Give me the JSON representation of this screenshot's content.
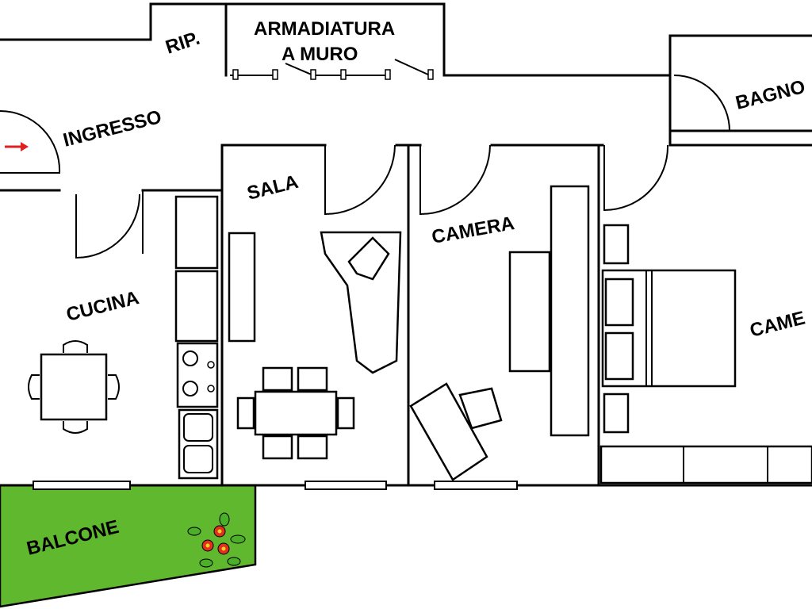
{
  "rooms": {
    "ingresso": "INGRESSO",
    "ripostiglio": "RIP.",
    "armadiatura_line1": "ARMADIATURA",
    "armadiatura_line2": "A MURO",
    "bagno": "BAGNO",
    "sala": "SALA",
    "camera_small": "CAMERA",
    "camera_large": "CAME",
    "cucina": "CUCINA",
    "balcone": "BALCONE"
  },
  "colors": {
    "wall": "#000000",
    "balcony": "#5fb82e",
    "entry_arrow": "#e02020",
    "flower": "#e03020",
    "leaf": "#4caf2a"
  },
  "icons": {
    "entry": "arrow-right-icon",
    "plants": "flower-icon"
  }
}
